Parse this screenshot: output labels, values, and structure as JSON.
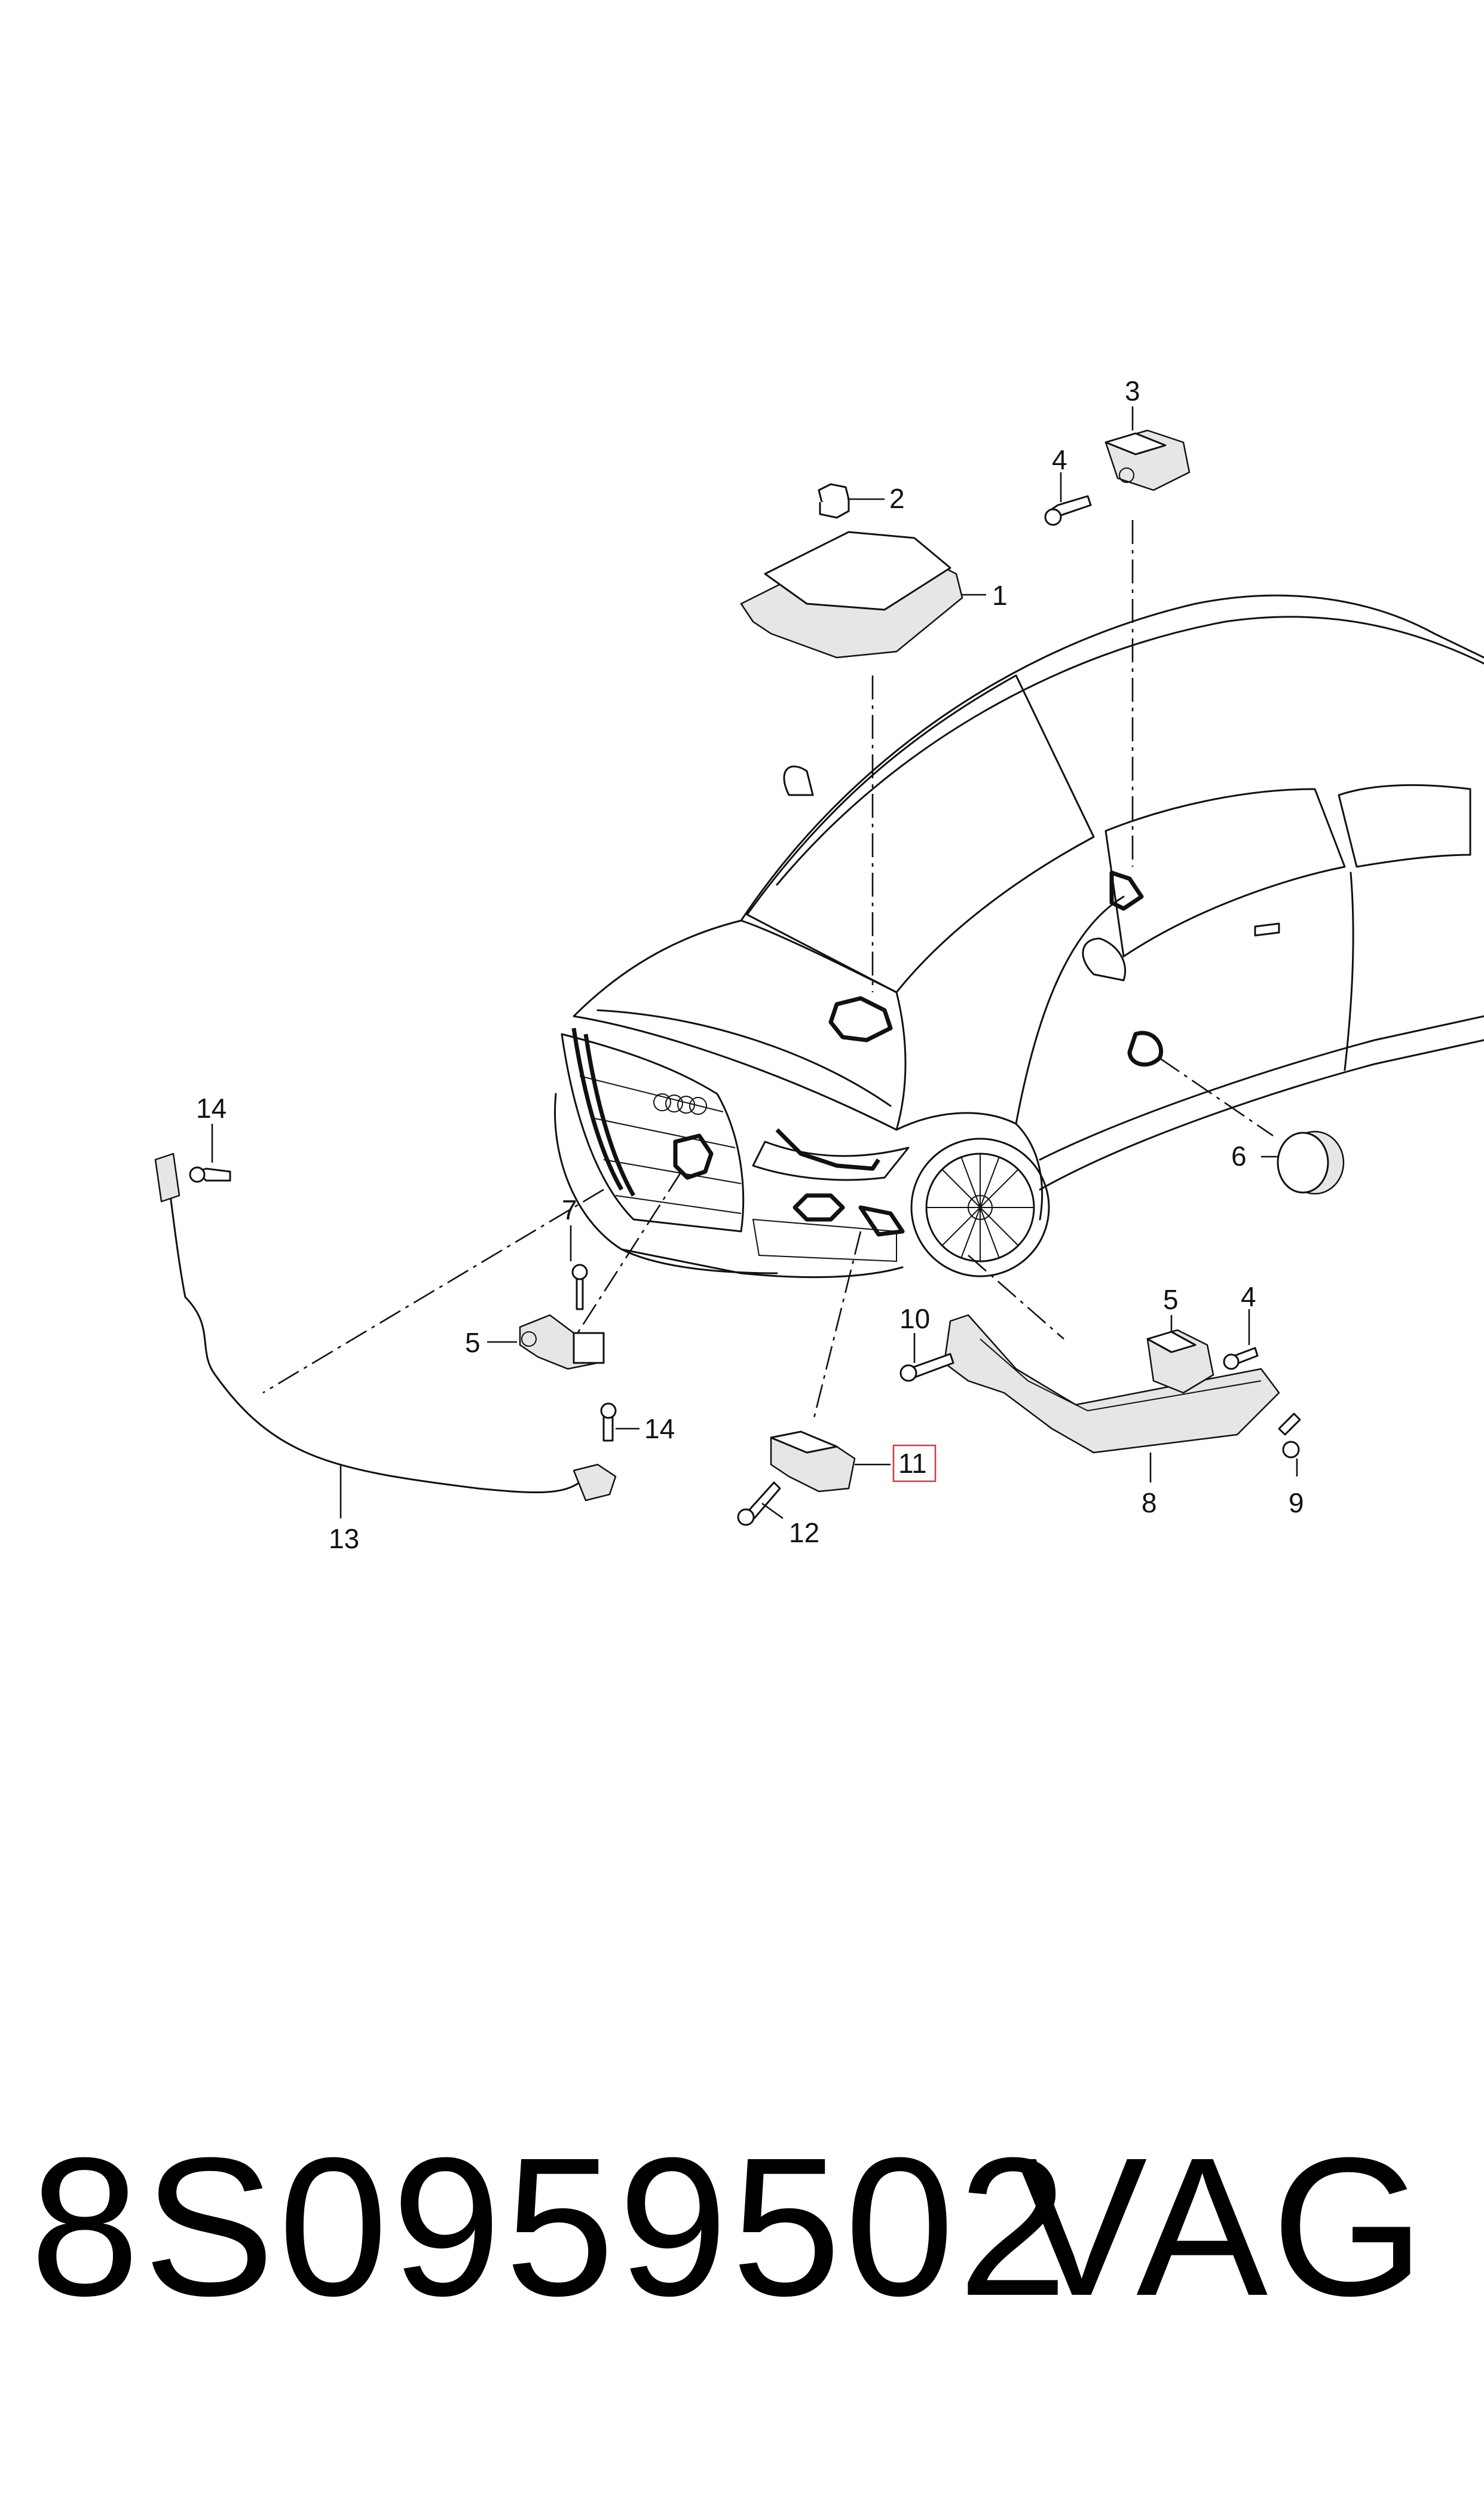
{
  "diagram": {
    "callouts": {
      "c1": "1",
      "c2": "2",
      "c3": "3",
      "c4a": "4",
      "c4b": "4",
      "c5a": "5",
      "c5b": "5",
      "c6": "6",
      "c7": "7",
      "c8": "8",
      "c9": "9",
      "c10": "10",
      "c11": "11",
      "c12": "12",
      "c13": "13",
      "c14a": "14",
      "c14b": "14"
    },
    "highlighted_callout": "11",
    "highlight_color": "#e0323c"
  },
  "footer": {
    "part_number": "8S0959502",
    "brand": "VAG"
  }
}
